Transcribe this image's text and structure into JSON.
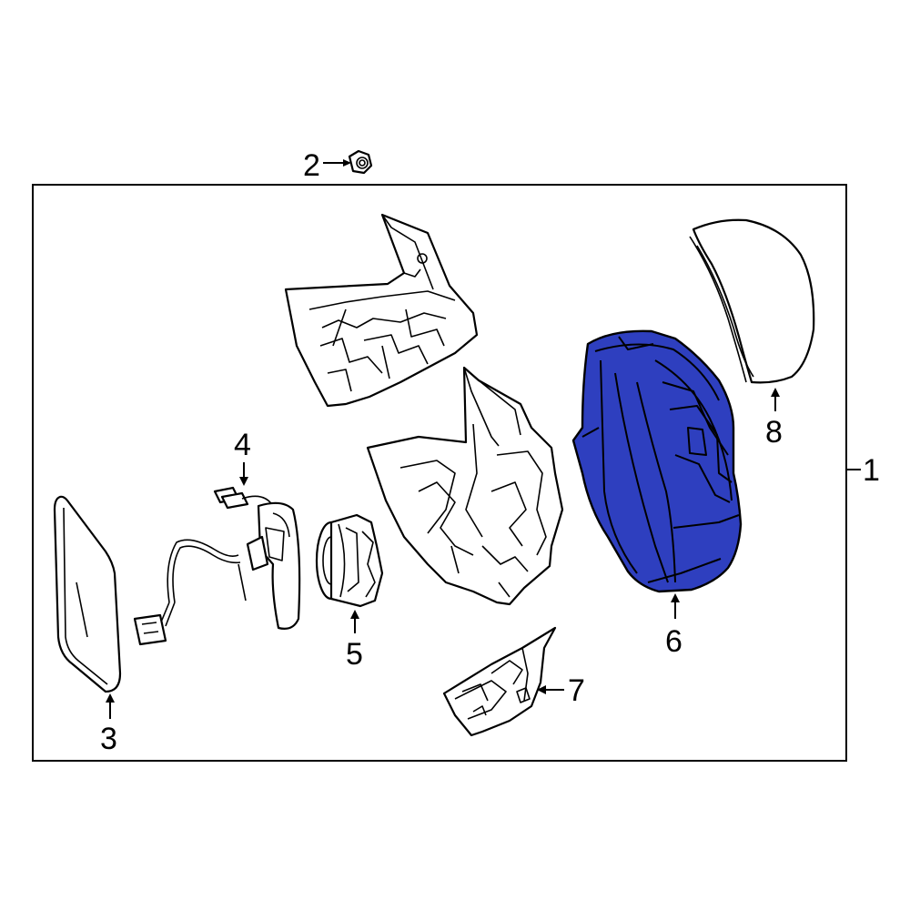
{
  "callouts": {
    "c1": "1",
    "c2": "2",
    "c3": "3",
    "c4": "4",
    "c5": "5",
    "c6": "6",
    "c7": "7",
    "c8": "8"
  },
  "colors": {
    "highlight": "#2e3fbf",
    "outline": "#000000",
    "background": "#ffffff"
  }
}
